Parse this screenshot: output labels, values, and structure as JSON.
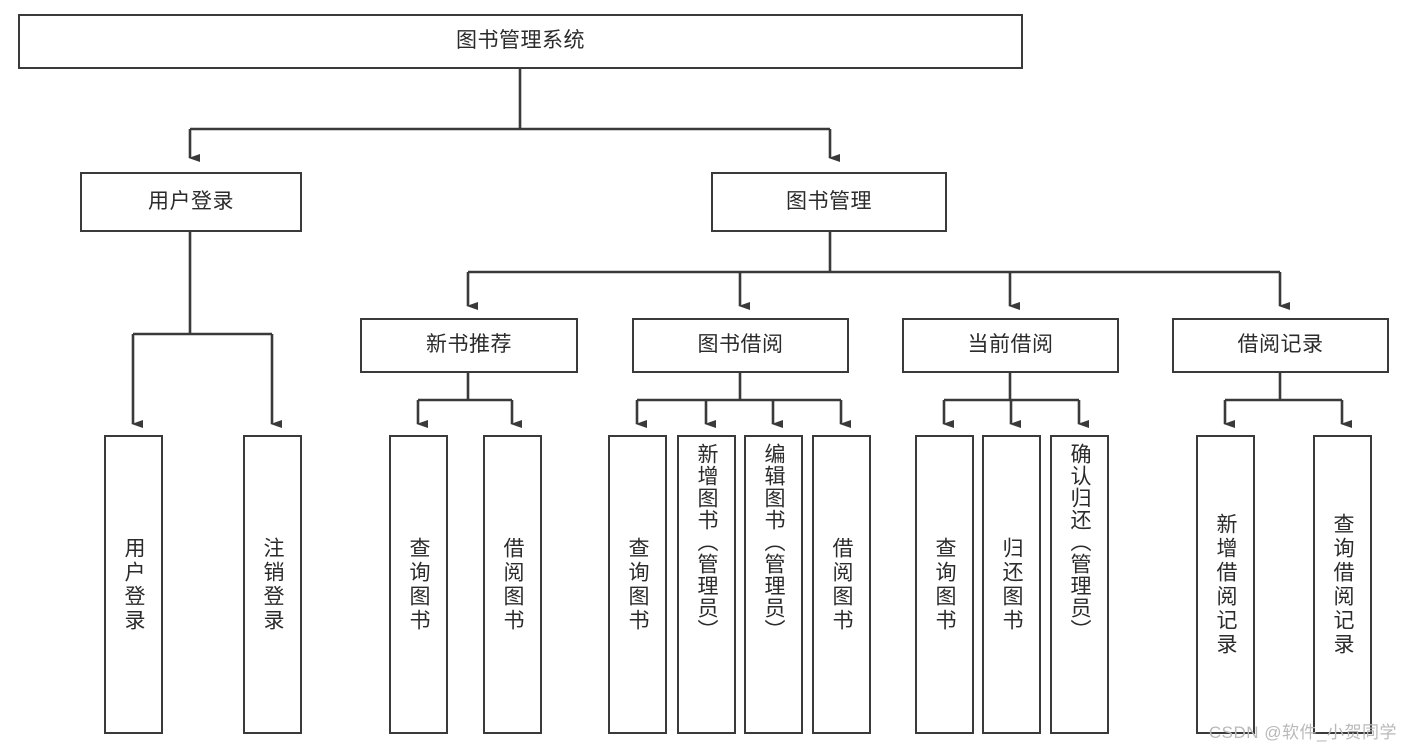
{
  "diagram": {
    "title": "图书管理系统",
    "type": "tree",
    "watermark": "CSDN @软件_小贺同学",
    "colors": {
      "stroke": "#3a3a3a",
      "node_fill": "#ffffff",
      "text": "#2b2b2b",
      "watermark": "#b9b9b9",
      "background": "#ffffff"
    },
    "levels": {
      "root": {
        "label": "图书管理系统"
      },
      "level2": [
        {
          "label": "用户登录"
        },
        {
          "label": "图书管理"
        }
      ],
      "level3": [
        {
          "label": "新书推荐"
        },
        {
          "label": "图书借阅"
        },
        {
          "label": "当前借阅"
        },
        {
          "label": "借阅记录"
        }
      ],
      "level4": [
        {
          "label": "用户登录",
          "parent": "用户登录"
        },
        {
          "label": "注销登录",
          "parent": "用户登录"
        },
        {
          "label": "查询图书",
          "parent": "新书推荐"
        },
        {
          "label": "借阅图书",
          "parent": "新书推荐"
        },
        {
          "label": "查询图书",
          "parent": "图书借阅"
        },
        {
          "label": "新增图书（管理员）",
          "parent": "图书借阅"
        },
        {
          "label": "编辑图书（管理员）",
          "parent": "图书借阅"
        },
        {
          "label": "借阅图书",
          "parent": "图书借阅"
        },
        {
          "label": "查询图书",
          "parent": "当前借阅"
        },
        {
          "label": "归还图书",
          "parent": "当前借阅"
        },
        {
          "label": "确认归还（管理员）",
          "parent": "当前借阅"
        },
        {
          "label": "新增借阅记录",
          "parent": "借阅记录"
        },
        {
          "label": "查询借阅记录",
          "parent": "借阅记录"
        }
      ]
    }
  }
}
